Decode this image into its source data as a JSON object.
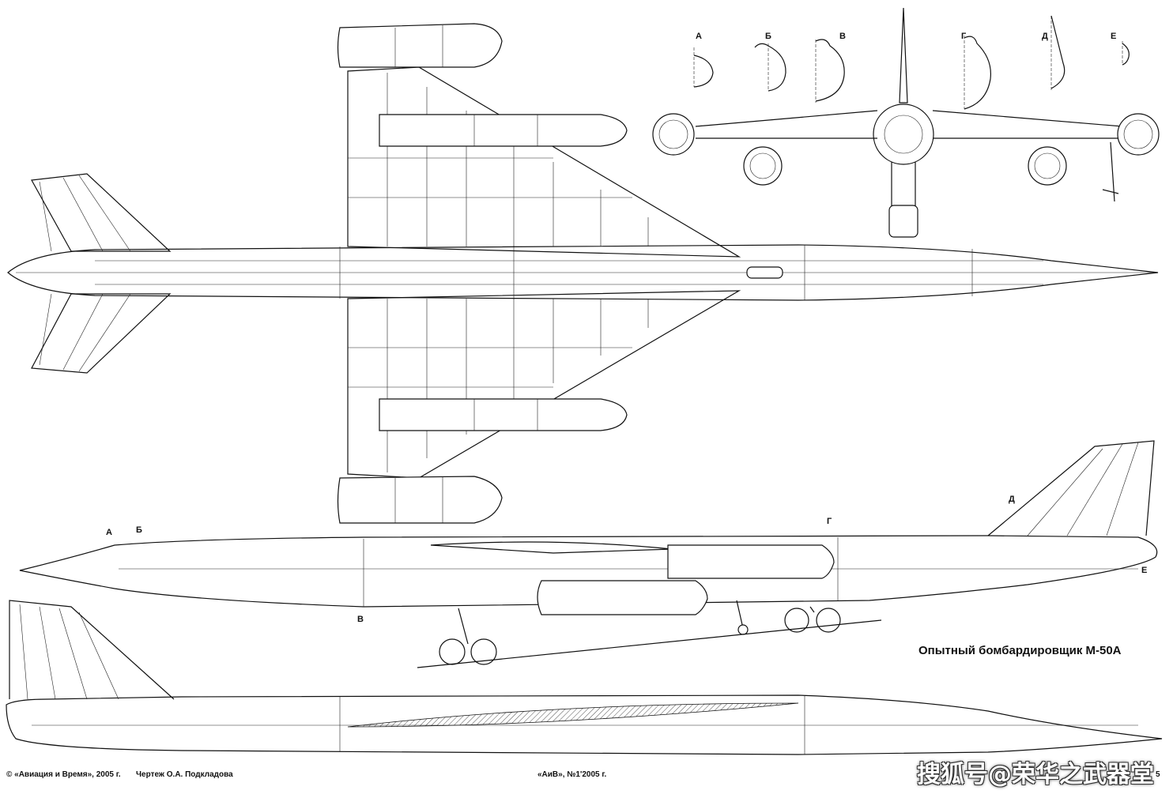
{
  "title": "Опытный бомбардировщик М-50А",
  "section_labels": [
    "А",
    "Б",
    "В",
    "Г",
    "Д",
    "Е"
  ],
  "footer": {
    "copyright": "© «Авиация и Время», 2005 г.",
    "drawing": "Чертеж  О.А. Подкладова",
    "issue": "«АиВ», №1'2005 г.",
    "page": "5"
  },
  "watermark": "搜狐号@荣华之武器堂"
}
